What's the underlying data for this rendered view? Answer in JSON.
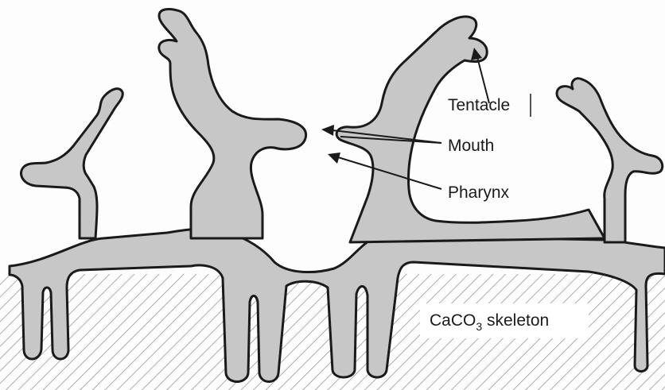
{
  "diagram": {
    "labels": {
      "tentacle": "Tentacle",
      "mouth": "Mouth",
      "pharynx": "Pharynx",
      "skeleton_prefix": "CaCO",
      "skeleton_subscript": "3",
      "skeleton_suffix": " skeleton"
    },
    "colors": {
      "tissue_fill": "#c9c9c9",
      "outline": "#1a1a1a",
      "hatch": "#9a9a9a"
    }
  }
}
